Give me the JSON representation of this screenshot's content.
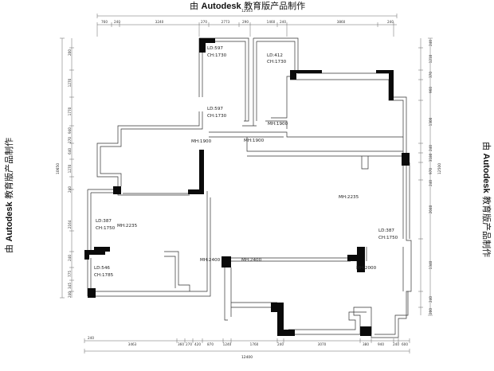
{
  "watermark": {
    "prefix": "由",
    "brand": "Autodesk",
    "suffix": "教育版产品制作"
  },
  "annotations": [
    {
      "id": "ld-597-a",
      "lines": [
        "LD:597",
        "CH:1730"
      ]
    },
    {
      "id": "ld-412",
      "lines": [
        "LD:412",
        "CH:1730"
      ]
    },
    {
      "id": "ld-597-b",
      "lines": [
        "LD:597",
        "CH:1730"
      ]
    },
    {
      "id": "mh-1900-a",
      "lines": [
        "MH:1900"
      ]
    },
    {
      "id": "mh-1900-b",
      "lines": [
        "MH:1900"
      ]
    },
    {
      "id": "mh-1900-c",
      "lines": [
        "MH:1900"
      ]
    },
    {
      "id": "mh-2235-a",
      "lines": [
        "MH:2235"
      ]
    },
    {
      "id": "mh-2235-b",
      "lines": [
        "MH:2235"
      ]
    },
    {
      "id": "ld-387-a",
      "lines": [
        "LD:387",
        "CH:1750"
      ]
    },
    {
      "id": "ld-387-b",
      "lines": [
        "LD:387",
        "CH:1750"
      ]
    },
    {
      "id": "ld-546",
      "lines": [
        "LD:546",
        "CH:1785"
      ]
    },
    {
      "id": "mh-2400-a",
      "lines": [
        "MH:2400"
      ]
    },
    {
      "id": "mh-2400-b",
      "lines": [
        "MH:2400"
      ]
    },
    {
      "id": "mh-2000",
      "lines": [
        "MH:2000"
      ]
    }
  ],
  "dimensions": {
    "top_total": "12303",
    "top": [
      "760",
      "240",
      "3240",
      "270",
      "2773",
      "290",
      "1460",
      "240",
      "3860",
      "240"
    ],
    "bottom_total": "12400",
    "bottom": [
      "240",
      "3463",
      "360",
      "270",
      "420",
      "870",
      "1240",
      "1760",
      "240",
      "3070",
      "380",
      "940",
      "240",
      "600"
    ],
    "left_total": "10650",
    "left": [
      "200",
      "1270",
      "1770",
      "940",
      "270",
      "640",
      "1270",
      "240",
      "2164",
      "240",
      "775",
      "345",
      "240"
    ],
    "right_total": "12500",
    "right": [
      "240",
      "1210",
      "370",
      "960",
      "1300",
      "240",
      "3180",
      "970",
      "240",
      "2040",
      "1340",
      "240",
      "200"
    ]
  }
}
